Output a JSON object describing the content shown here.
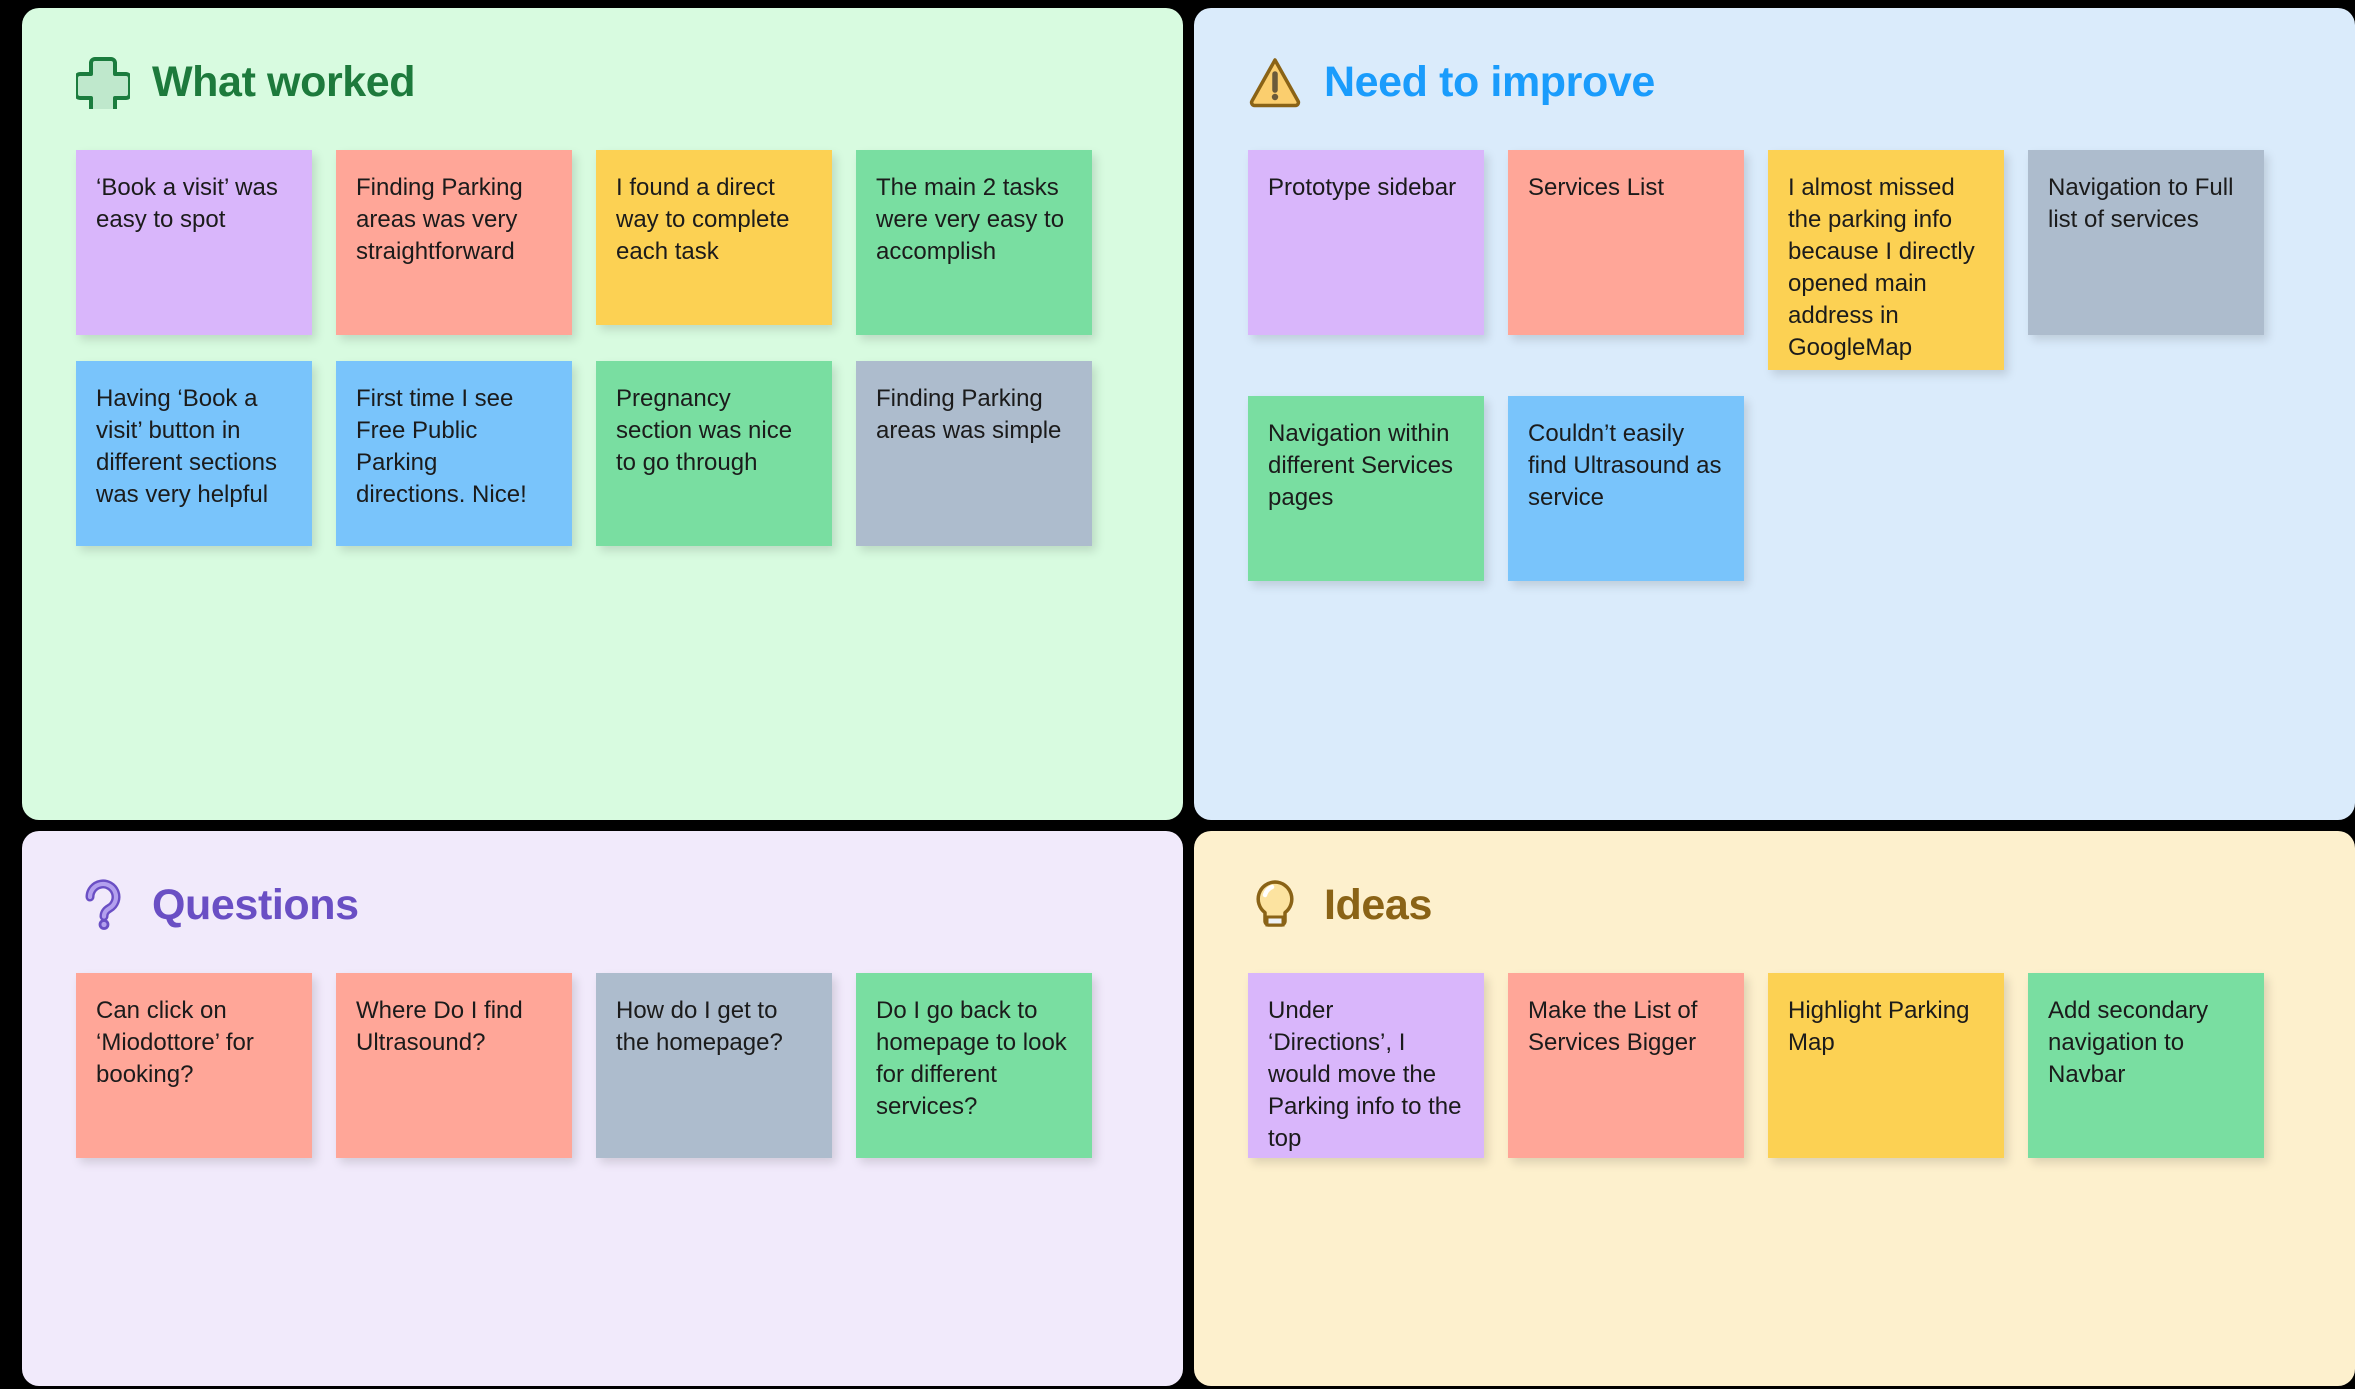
{
  "board": {
    "background": "#000000",
    "panels": [
      {
        "key": "what_worked",
        "title": "What worked",
        "icon": "plus-cross-icon",
        "title_color": "#1d7a3c",
        "background": "#d8fbe0",
        "notes": [
          {
            "text": "‘Book a visit’ was easy to spot",
            "color": "purple",
            "hex": "#d9b6fb",
            "size": "l"
          },
          {
            "text": "Finding Parking areas was very straightforward",
            "color": "salmon",
            "hex": "#ffa698",
            "size": "l"
          },
          {
            "text": "I found a direct way to complete each task",
            "color": "yellow",
            "hex": "#fcd153",
            "size": "m"
          },
          {
            "text": "The main 2 tasks were very easy to accomplish",
            "color": "green",
            "hex": "#79dea1",
            "size": "l"
          },
          {
            "text": "Having ‘Book a visit’ button in different sections was very helpful",
            "color": "blue",
            "hex": "#79c4fb",
            "size": "l"
          },
          {
            "text": "First time I see Free Public Parking directions. Nice!",
            "color": "blue",
            "hex": "#79c4fb",
            "size": "l"
          },
          {
            "text": "Pregnancy section was nice to go through",
            "color": "green",
            "hex": "#79dea1",
            "size": "l"
          },
          {
            "text": "Finding Parking areas was simple",
            "color": "gray",
            "hex": "#adbccd",
            "size": "l"
          }
        ]
      },
      {
        "key": "need_to_improve",
        "title": "Need to improve",
        "icon": "warning-triangle-icon",
        "title_color": "#1a9cfc",
        "background": "#daebfb",
        "notes": [
          {
            "text": "Prototype sidebar",
            "color": "purple",
            "hex": "#d9b6fb",
            "size": "l"
          },
          {
            "text": "Services List",
            "color": "salmon",
            "hex": "#ffa698",
            "size": "l"
          },
          {
            "text": "I almost missed the parking info because I directly opened main address in GoogleMap",
            "color": "yellow",
            "hex": "#fcd153",
            "size": "xl"
          },
          {
            "text": "Navigation to Full list of services",
            "color": "gray",
            "hex": "#adbccd",
            "size": "l"
          },
          {
            "text": "Navigation within different Services pages",
            "color": "green",
            "hex": "#79dea1",
            "size": "l"
          },
          {
            "text": "Couldn’t easily find Ultrasound as service",
            "color": "blue",
            "hex": "#79c4fb",
            "size": "l"
          }
        ]
      },
      {
        "key": "questions",
        "title": "Questions",
        "icon": "question-mark-icon",
        "title_color": "#6a4fc4",
        "background": "#f1eafb",
        "notes": [
          {
            "text": "Can click on ‘Miodottore’ for booking?",
            "color": "salmon",
            "hex": "#ffa698",
            "size": "l"
          },
          {
            "text": "Where Do I find Ultrasound?",
            "color": "salmon",
            "hex": "#ffa698",
            "size": "l"
          },
          {
            "text": "How do I get to the homepage?",
            "color": "gray",
            "hex": "#adbccd",
            "size": "l"
          },
          {
            "text": "Do I go back to homepage to look for different services?",
            "color": "green",
            "hex": "#79dea1",
            "size": "l"
          }
        ]
      },
      {
        "key": "ideas",
        "title": "Ideas",
        "icon": "light-bulb-icon",
        "title_color": "#8a6316",
        "background": "#fdf0cd",
        "notes": [
          {
            "text": "Under ‘Directions’, I would move the Parking info to the top",
            "color": "purple",
            "hex": "#d9b6fb",
            "size": "l"
          },
          {
            "text": "Make the List of Services Bigger",
            "color": "salmon",
            "hex": "#ffa698",
            "size": "l"
          },
          {
            "text": "Highlight Parking Map",
            "color": "yellow",
            "hex": "#fcd153",
            "size": "l"
          },
          {
            "text": "Add secondary navigation to Navbar",
            "color": "green",
            "hex": "#79dea1",
            "size": "l"
          }
        ]
      }
    ]
  }
}
